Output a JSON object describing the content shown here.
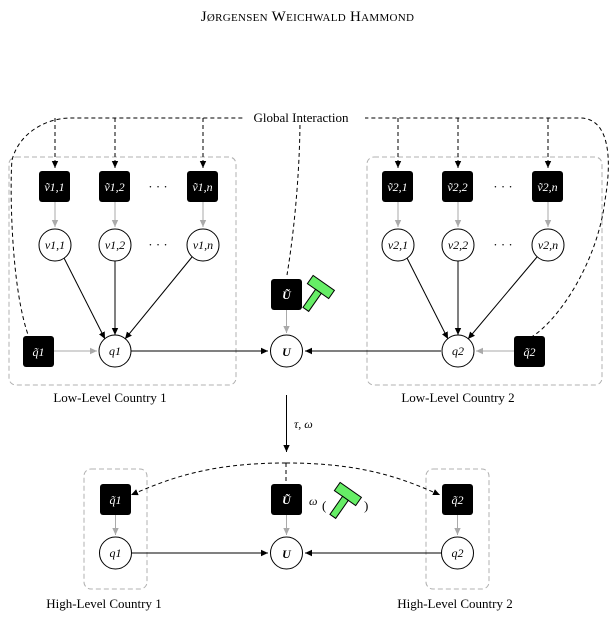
{
  "header": {
    "running_title": "Jørgensen Weichwald Hammond"
  },
  "diagram": {
    "global_interaction": "Global Interaction",
    "low": {
      "country1_label": "Low-Level Country 1",
      "country2_label": "Low-Level Country 2",
      "tilde_v1": [
        "ṽ1,1",
        "ṽ1,2",
        "ṽ1,n"
      ],
      "v1": [
        "v1,1",
        "v1,2",
        "v1,n"
      ],
      "tilde_v2": [
        "ṽ2,1",
        "ṽ2,2",
        "ṽ2,n"
      ],
      "v2": [
        "v2,1",
        "v2,2",
        "v2,n"
      ],
      "dots": "· · ·",
      "tilde_q1": "q̃1",
      "q1": "q1",
      "tilde_q2": "q̃2",
      "q2": "q2",
      "tilde_u": "Ũ",
      "u": "U"
    },
    "map_label": "τ, ω",
    "high": {
      "country1_label": "High-Level Country 1",
      "country2_label": "High-Level Country 2",
      "tilde_q1": "q̃1",
      "q1": "q1",
      "tilde_q2": "q̃2",
      "q2": "q2",
      "tilde_u": "Ũ",
      "u": "U",
      "omega_label": "ω"
    },
    "colors": {
      "node_fill": "#000000",
      "edge_black": "#000000",
      "edge_gray": "#aaaaaa",
      "box_border": "#b0b0b0",
      "hammer_fill": "#66ee66"
    }
  }
}
